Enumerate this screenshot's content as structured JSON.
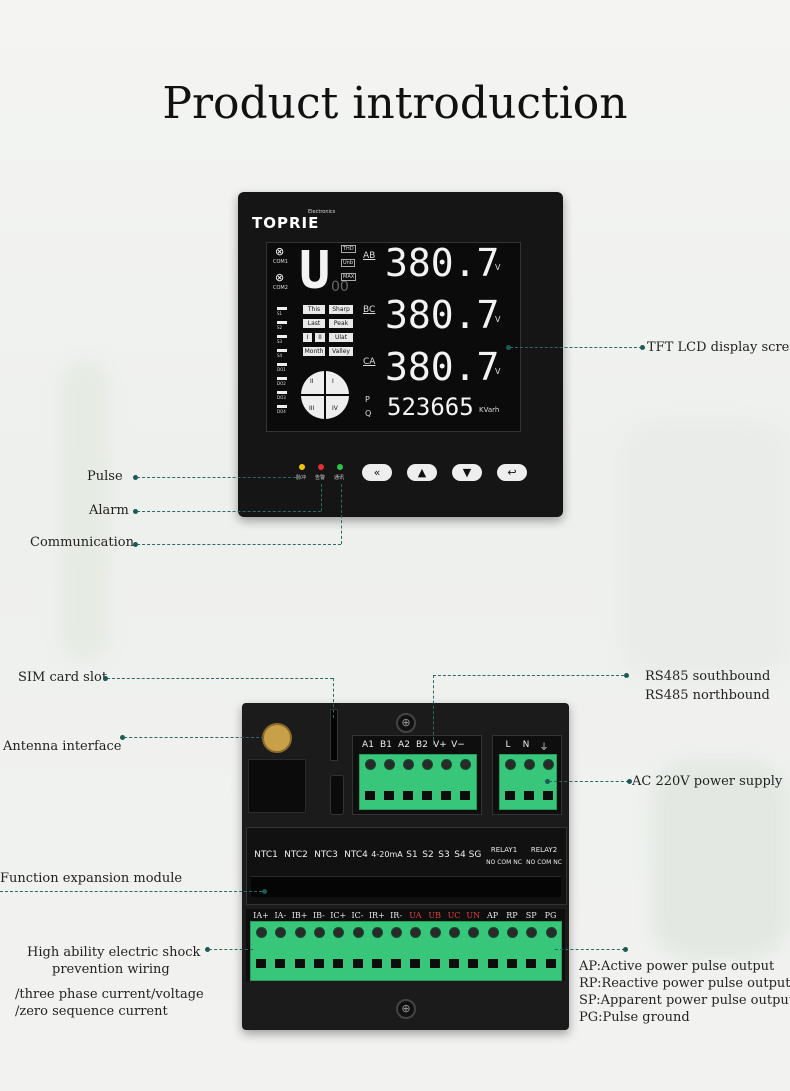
{
  "title": "Product introduction",
  "brand": {
    "name": "TOPRIE",
    "sub": "Electronics"
  },
  "lcd": {
    "big_letter": "U",
    "rows": [
      {
        "label": "AB",
        "value": "380.7",
        "unit": "V"
      },
      {
        "label": "BC",
        "value": "380.7",
        "unit": "V"
      },
      {
        "label": "CA",
        "value": "380.7",
        "unit": "V"
      }
    ],
    "energy": {
      "value": "523665",
      "unit": "KVarh"
    },
    "pq_labels": [
      "P",
      "Q"
    ],
    "com_labels": [
      "COM1",
      "COM2"
    ],
    "side_tags": [
      "THD",
      "Unb",
      "MAX"
    ],
    "mini_boxes": [
      "This",
      "Sharp",
      "Last",
      "Peak",
      "I",
      "II",
      "Ulat",
      "Month",
      "Valley"
    ],
    "quadrants": [
      "II",
      "I",
      "III",
      "IV"
    ],
    "bars": [
      "S1",
      "S2",
      "S3",
      "S4",
      "DO1",
      "DO2",
      "DO3",
      "DO4"
    ]
  },
  "leds": [
    {
      "label": "脉冲",
      "color": "#f2c40c"
    },
    {
      "label": "告警",
      "color": "#e53030"
    },
    {
      "label": "通讯",
      "color": "#2cc64a"
    }
  ],
  "buttons": [
    "«",
    "▲",
    "▼",
    "↩"
  ],
  "callouts": {
    "tft": "TFT LCD display screen",
    "pulse": "Pulse",
    "alarm": "Alarm",
    "communication": "Communication",
    "sim": "SIM card slot",
    "rs485_south": "RS485 southbound",
    "rs485_north": "RS485 northbound",
    "antenna": "Antenna interface",
    "ac": "AC 220V power supply",
    "function": "Function expansion module",
    "shock_1": "High ability electric shock",
    "shock_2": "prevention wiring",
    "three_phase": "/three phase current/voltage",
    "zero_seq": "/zero sequence current",
    "ap": "AP:Active power pulse output",
    "rp": "RP:Reactive power pulse output",
    "sp": "SP:Apparent power pulse output",
    "pg": "PG:Pulse ground"
  },
  "rear": {
    "top_terminals": [
      "A1",
      "B1",
      "A2",
      "B2",
      "V+",
      "V−"
    ],
    "power_terminals": [
      "L",
      "N",
      "⏚"
    ],
    "expansion": [
      "NTC1",
      "NTC2",
      "NTC3",
      "NTC4",
      "4-20mA",
      "S1",
      "S2",
      "S3",
      "S4",
      "SG",
      "RELAY1",
      "RELAY2"
    ],
    "relay_sub": [
      "NO COM NC",
      "NO COM NC"
    ],
    "bottom_terminals": [
      "IA+",
      "IA-",
      "IB+",
      "IB-",
      "IC+",
      "IC-",
      "IR+",
      "IR-",
      "UA",
      "UB",
      "UC",
      "UN",
      "AP",
      "RP",
      "SP",
      "PG"
    ],
    "bottom_colors": {
      "normal": "#eaeaea",
      "voltage": "#e2413b"
    }
  }
}
